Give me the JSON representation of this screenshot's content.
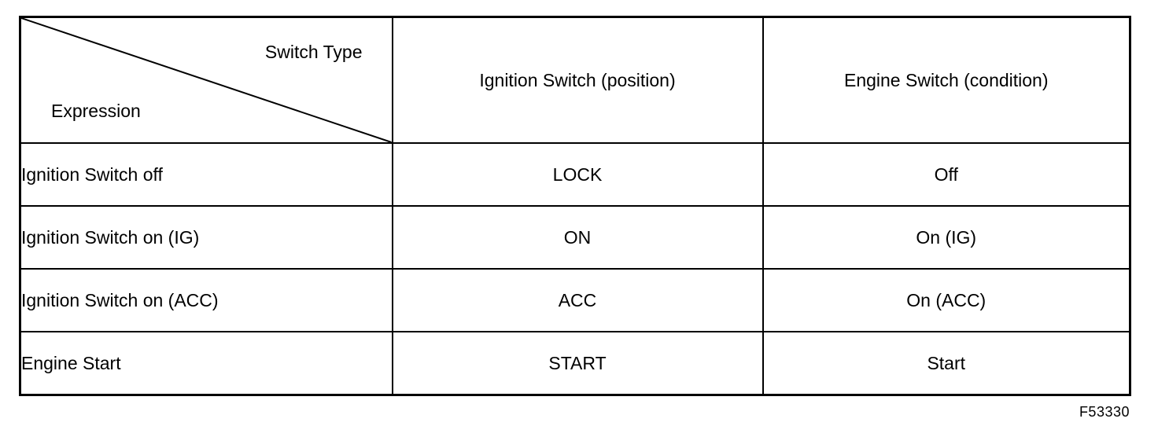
{
  "table": {
    "corner": {
      "top_right": "Switch Type",
      "bottom_left": "Expression"
    },
    "column_headers": [
      "Ignition Switch (position)",
      "Engine Switch (condition)"
    ],
    "rows": [
      {
        "expression": "Ignition Switch off",
        "ignition_position": "LOCK",
        "engine_condition": "Off"
      },
      {
        "expression": "Ignition Switch on (IG)",
        "ignition_position": "ON",
        "engine_condition": "On (IG)"
      },
      {
        "expression": "Ignition Switch on (ACC)",
        "ignition_position": "ACC",
        "engine_condition": "On (ACC)"
      },
      {
        "expression": "Engine Start",
        "ignition_position": "START",
        "engine_condition": "Start"
      }
    ]
  },
  "figure_label": "F53330",
  "colors": {
    "border": "#000000",
    "background": "#ffffff",
    "text": "#000000"
  }
}
